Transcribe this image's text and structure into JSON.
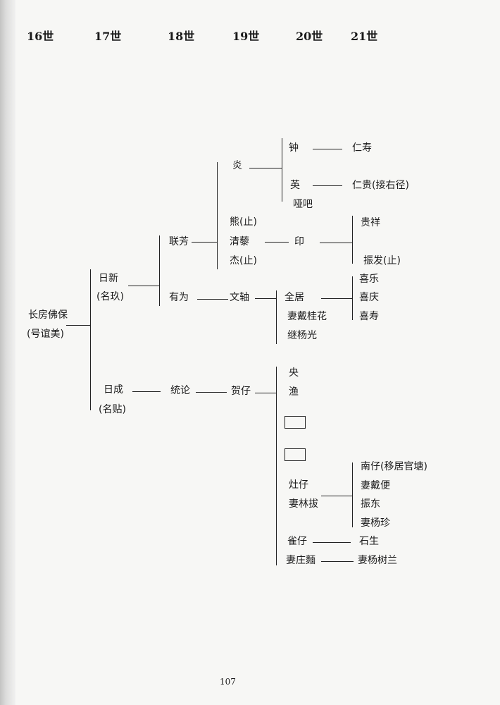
{
  "generations": [
    "16世",
    "17世",
    "18世",
    "19世",
    "20世",
    "21世"
  ],
  "names": {
    "changfang": "长房佛保",
    "changfang_note": "(号谊美)",
    "rixin": "日新",
    "rixin_note": "(名玖)",
    "richeng": "日成",
    "richeng_note": "(名贴)",
    "lianfang": "联芳",
    "youwei": "有为",
    "tonglun": "统论",
    "yan": "炎",
    "xiong": "熊(止)",
    "qingli": "清藜",
    "jie": "杰(止)",
    "wenzhou": "文轴",
    "hezai": "贺仔",
    "zhong": "钟",
    "ying": "英",
    "yaba": "哑吧",
    "yin": "印",
    "quanju": "全居",
    "qi_dai": "妻戴桂花",
    "ji_yang": "继杨光",
    "yang_a": "央",
    "yu": "渔",
    "zaozai": "灶仔",
    "qi_lin": "妻林拔",
    "quezai": "雀仔",
    "qi_zhuang": "妻庄麵",
    "renshou": "仁寿",
    "rengui": "仁贵(接右径)",
    "guixiang": "贵祥",
    "zhenfa": "振发(止)",
    "xile": "喜乐",
    "xiqing": "喜庆",
    "xishou": "喜寿",
    "nanzai": "南仔(移居官塘)",
    "qi_daibian": "妻戴便",
    "zhendong": "振东",
    "qi_yangzhen": "妻杨珍",
    "shisheng": "石生",
    "qi_yangshulan": "妻杨树兰"
  },
  "page_number": "107"
}
